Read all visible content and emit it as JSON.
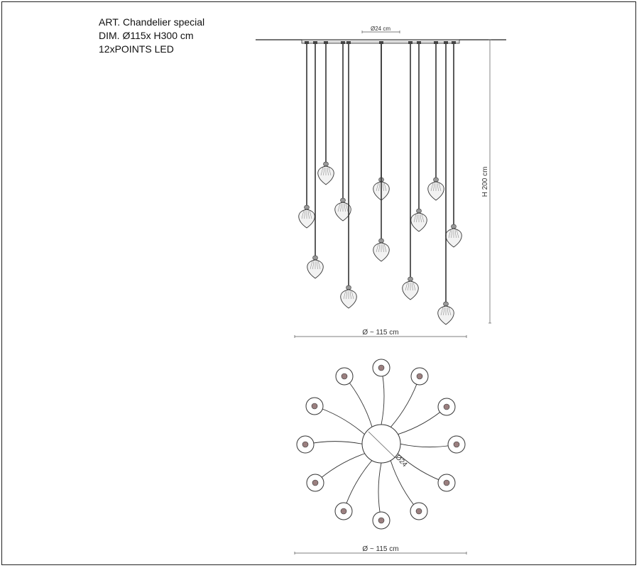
{
  "spec": {
    "line1": "ART. Chandelier special",
    "line2": "DIM. Ø115x H300 cm",
    "line3": "12xPOINTS  LED"
  },
  "elevation": {
    "canopy_dim": "Ø24 cm",
    "height_dim": "H 200 cm",
    "width_dim": "Ø ~ 115 cm"
  },
  "plan": {
    "center_dim": "Ø24",
    "width_dim": "Ø ~ 115 cm"
  },
  "colors": {
    "line": "#333333",
    "pendant_fill": "#f2f2f2"
  }
}
